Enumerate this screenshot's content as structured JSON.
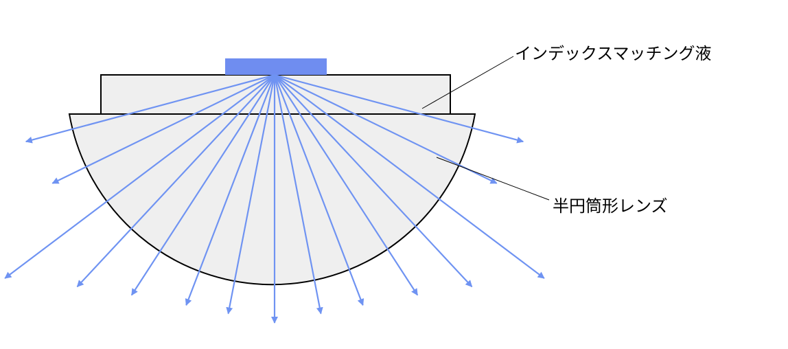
{
  "labels": {
    "index_matching_fluid": "インデックスマッチング液",
    "semi_cylindrical_lens": "半円筒形レンズ"
  },
  "colors": {
    "ray": "#6f93f2",
    "sample": "#6f8df0",
    "lens_fill": "#efefef",
    "outline": "#000000"
  },
  "rays": {
    "count": 15,
    "angles_deg": [
      -75,
      -64,
      -53,
      -43,
      -33,
      -21,
      -11,
      0,
      11,
      21,
      33,
      43,
      53,
      64,
      75
    ]
  }
}
